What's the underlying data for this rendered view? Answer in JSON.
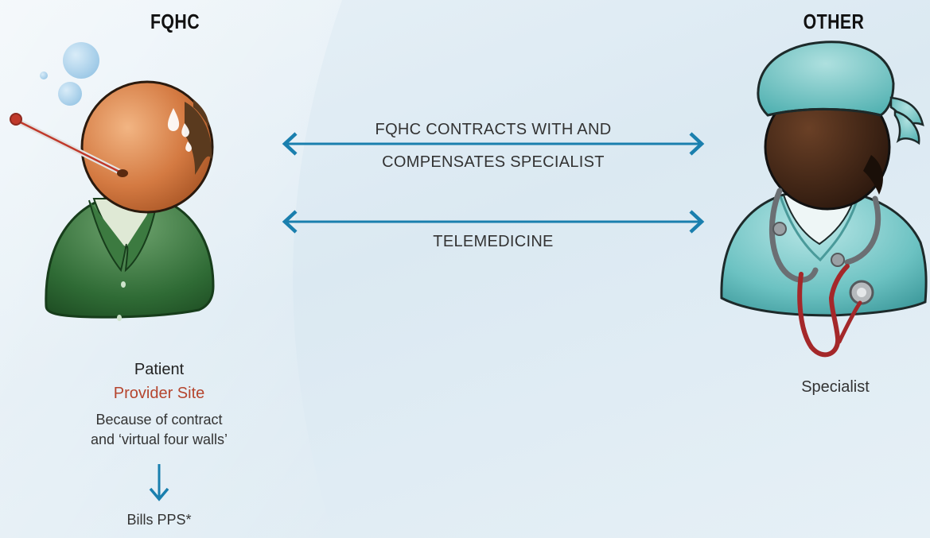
{
  "headings": {
    "left": "FQHC",
    "right": "OTHER"
  },
  "arrows": [
    {
      "line1": "FQHC CONTRACTS WITH AND",
      "line2": "COMPENSATES SPECIALIST"
    },
    {
      "line1": "TELEMEDICINE"
    }
  ],
  "patient": {
    "label": "Patient",
    "site": "Provider Site",
    "note_line1": "Because of contract",
    "note_line2": "and ‘virtual four walls’",
    "bills": "Bills PPS*"
  },
  "specialist": {
    "label": "Specialist"
  },
  "colors": {
    "arrow": "#1a7fae",
    "site_text": "#b5452e",
    "patient_shirt": "#2e6b34",
    "patient_head": "#c96a36",
    "specialist_scrubs": "#6fc6c6",
    "specialist_head": "#3a2418"
  },
  "icons": [
    "patient-icon",
    "thermometer-icon",
    "sweat-drop-icon",
    "specialist-icon",
    "stethoscope-icon",
    "surgical-cap-icon",
    "double-arrow-icon",
    "down-arrow-icon"
  ]
}
